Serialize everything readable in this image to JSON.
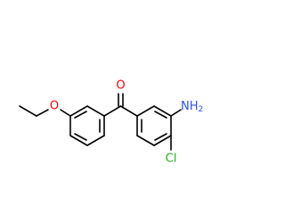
{
  "molecule": {
    "atoms": [
      {
        "id": "O1",
        "label": "O"
      },
      {
        "id": "N1",
        "label": "NH",
        "sub": "2"
      },
      {
        "id": "Cl1",
        "label": "Cl"
      },
      {
        "id": "O2",
        "label": "O"
      }
    ]
  },
  "colors": {
    "bond": "#000000",
    "oxygen": "#ff0000",
    "nitrogen": "#3050f8",
    "chlorine": "#1db51d"
  }
}
